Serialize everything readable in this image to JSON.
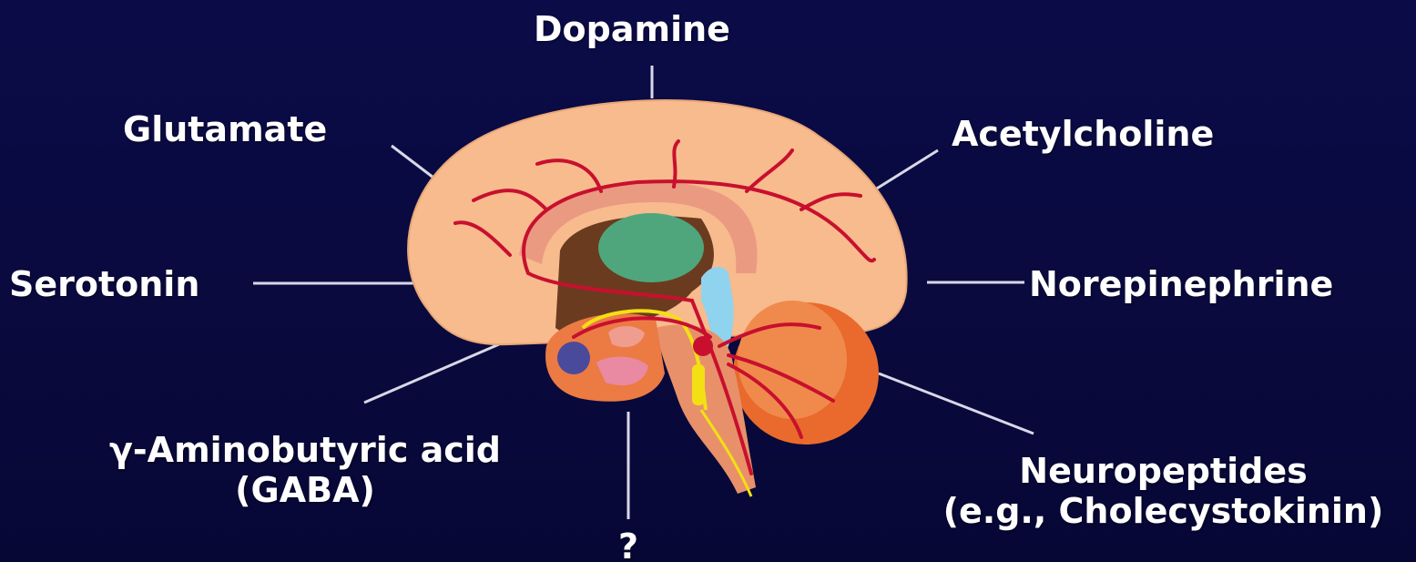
{
  "labels": {
    "dopamine": "Dopamine",
    "glutamate": "Glutamate",
    "acetylcholine": "Acetylcholine",
    "serotonin": "Serotonin",
    "norepinephrine": "Norepinephrine",
    "gaba_line1": "γ-Aminobutyric acid",
    "gaba_line2": "(GABA)",
    "unknown": "?",
    "neuropeptides_line1": "Neuropeptides",
    "neuropeptides_line2": "(e.g., Cholecystokinin)"
  },
  "colors": {
    "background": "#0a0a40",
    "cortex": "#f7bb8e",
    "pathway": "#c8102e",
    "cerebellum": "#e96a2c",
    "thalamus": "#4fa67c",
    "pathway_yellow": "#f2e014",
    "ventricle": "#8fd3ee"
  }
}
